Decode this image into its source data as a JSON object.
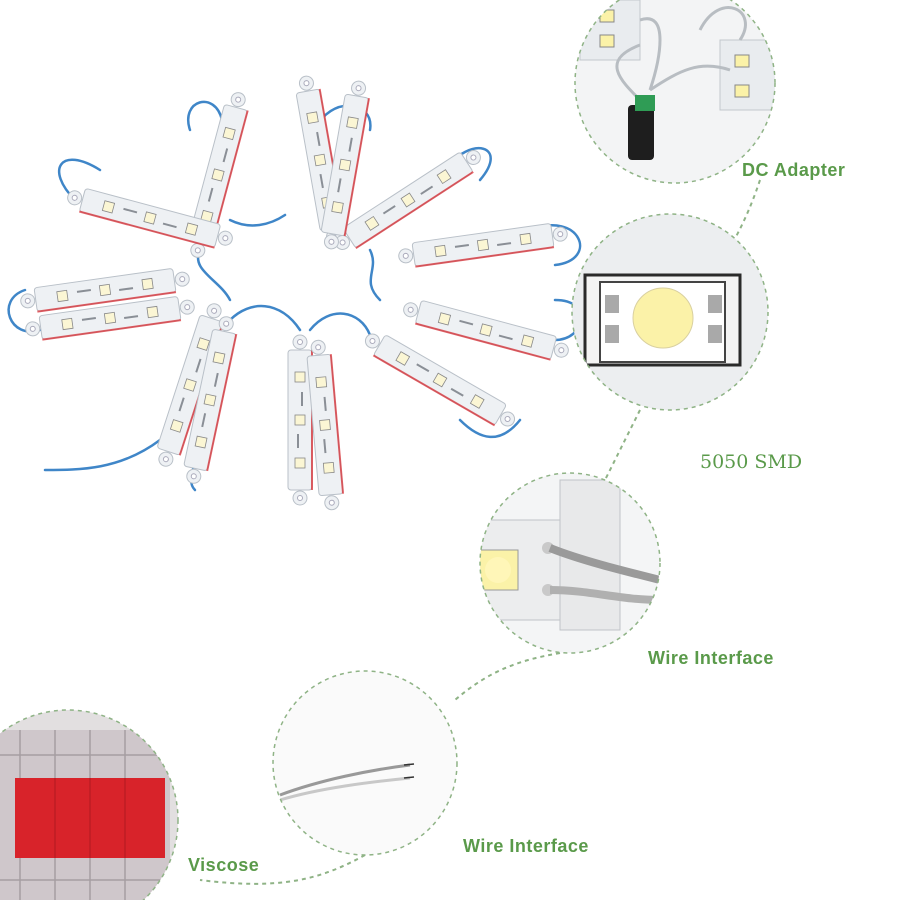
{
  "labels": {
    "dc_adapter": "DC Adapter",
    "smd": "5050 SMD",
    "wire_interface_right": "Wire Interface",
    "wire_interface_bottom": "Wire Interface",
    "viscose": "Viscose"
  },
  "colors": {
    "label_green": "#5a9a4a",
    "dashed_line": "#8fb386",
    "wire_blue": "#3f86c8",
    "module_white": "#eef1f4",
    "led_yellow": "#fbf2a8",
    "tape_red": "#d8232a"
  }
}
